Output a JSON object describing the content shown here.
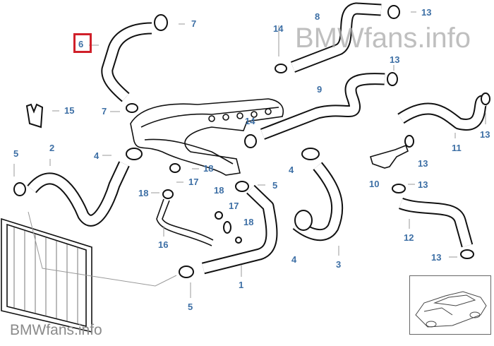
{
  "watermark_top": "BMWfans.info",
  "watermark_bottom": "BMWfans.info",
  "highlighted_part": "6",
  "labels": [
    "6",
    "7",
    "7",
    "15",
    "5",
    "2",
    "4",
    "18",
    "17",
    "18",
    "18",
    "17",
    "18",
    "16",
    "5",
    "4",
    "4",
    "3",
    "1",
    "5",
    "14",
    "8",
    "13",
    "13",
    "9",
    "14",
    "13",
    "11",
    "13",
    "10",
    "13",
    "12",
    "13"
  ],
  "colors": {
    "label": "#3d6fa5",
    "highlight": "#d0202a"
  }
}
